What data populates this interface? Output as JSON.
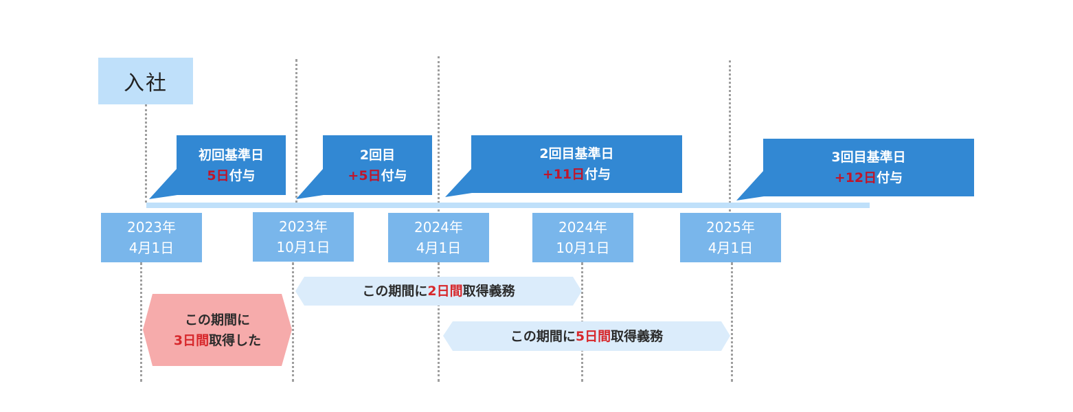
{
  "join": {
    "label": "入社"
  },
  "colors": {
    "bubble": "#3288d3",
    "date_box": "#79b6eb",
    "timeline": "#bfe0fa",
    "banner_blue": "#dbecfb",
    "banner_pink": "#f6abab",
    "highlight_red": "#d7272b",
    "guide": "#9e9e9e"
  },
  "bubbles": [
    {
      "line1": "初回基準日",
      "highlight": "5日",
      "suffix": "付与"
    },
    {
      "line1": "2回目",
      "highlight": "+5日",
      "suffix": "付与"
    },
    {
      "line1": "2回目基準日",
      "highlight": "+11日",
      "suffix": "付与"
    },
    {
      "line1": "3回目基準日",
      "highlight": "+12日",
      "suffix": "付与"
    }
  ],
  "dates": [
    {
      "year": "2023年",
      "day": "4月1日"
    },
    {
      "year": "2023年",
      "day": "10月1日"
    },
    {
      "year": "2024年",
      "day": "4月1日"
    },
    {
      "year": "2024年",
      "day": "10月1日"
    },
    {
      "year": "2025年",
      "day": "4月1日"
    }
  ],
  "banners": {
    "taken": {
      "line1": "この期間に",
      "highlight": "3日間",
      "suffix": "取得した"
    },
    "obligation_1": {
      "prefix": "この期間に",
      "highlight": "2日間",
      "suffix": "取得義務"
    },
    "obligation_2": {
      "prefix": "この期間に",
      "highlight": "5日間",
      "suffix": "取得義務"
    }
  }
}
